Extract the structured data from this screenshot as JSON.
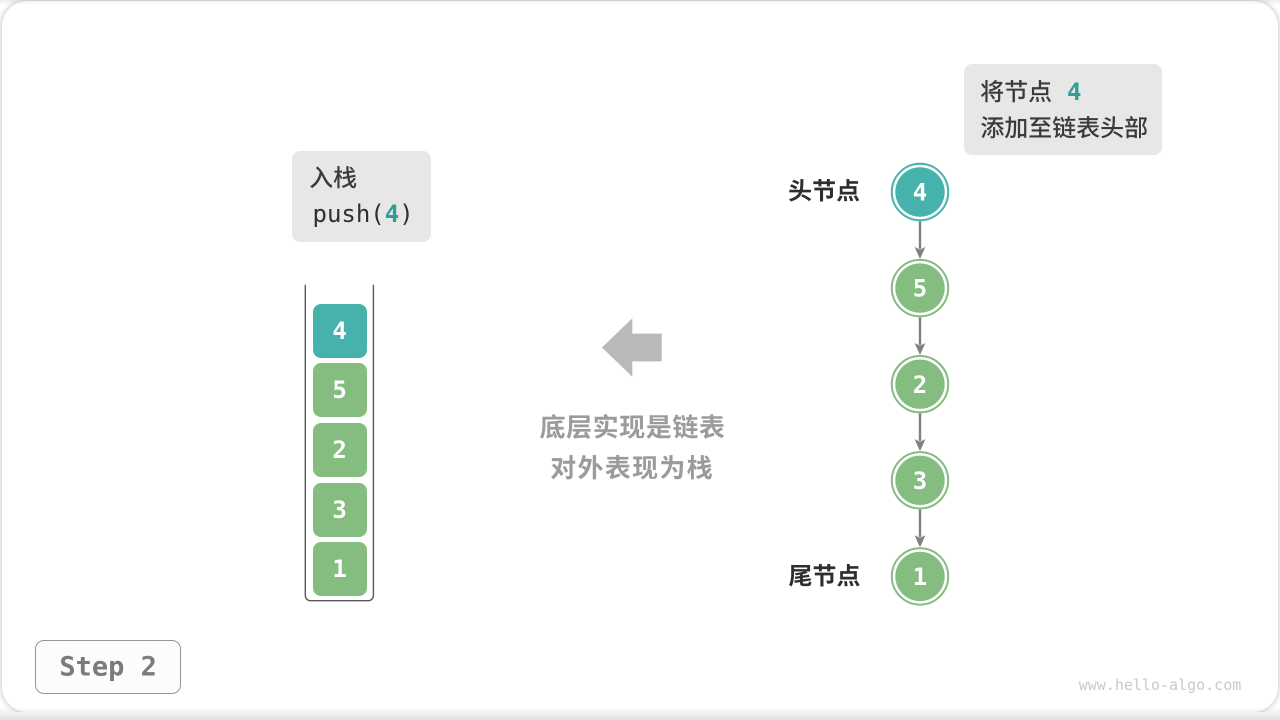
{
  "push_box": {
    "label": "入栈",
    "code_prefix": "push(",
    "code_arg": "4",
    "code_suffix": ")"
  },
  "note_box": {
    "line1_text": "将节点",
    "line1_value": "4",
    "line2_text": "添加至链表头部"
  },
  "stack": {
    "values": [
      "4",
      "5",
      "2",
      "3",
      "1"
    ],
    "highlight_index": 0
  },
  "list": {
    "head_label": "头节点",
    "tail_label": "尾节点",
    "values": [
      "4",
      "5",
      "2",
      "3",
      "1"
    ],
    "highlight_index": 0
  },
  "caption": {
    "line1": "底层实现是链表",
    "line2": "对外表现为栈"
  },
  "step_badge": {
    "label": "Step 2"
  },
  "watermark": {
    "text": "www.hello-algo.com"
  },
  "colors": {
    "highlight_teal": "#45b3ab",
    "node_green": "#85bc80",
    "accent_text_teal": "#2f9e95",
    "caption_gray": "#9b9b9b"
  }
}
